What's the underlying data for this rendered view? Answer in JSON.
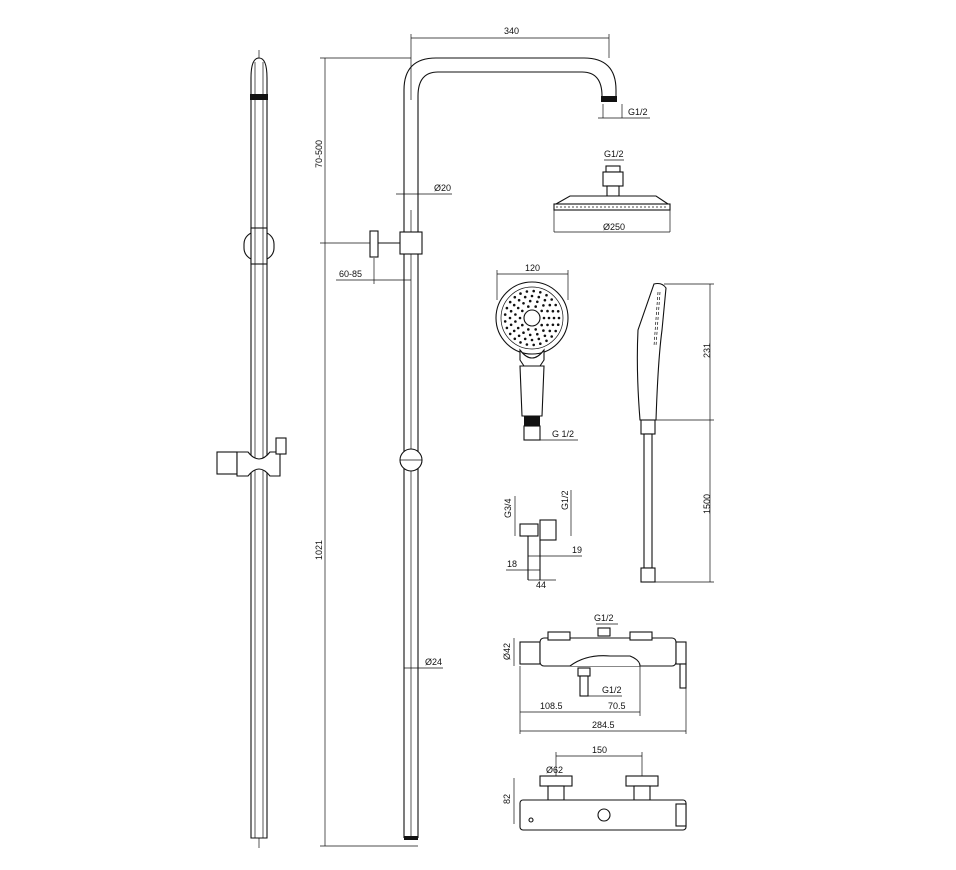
{
  "dimensions": {
    "arm_width": "340",
    "arm_thread": "G1/2",
    "height_adjust": "70-500",
    "pipe_diameter_top": "Ø20",
    "wall_bracket": "60-85",
    "overall_height": "1021",
    "pipe_diameter_bottom": "Ø24",
    "head_thread": "G1/2",
    "head_diameter": "Ø250",
    "handshower_width": "120",
    "handshower_thread": "G 1/2",
    "handshower_length": "231",
    "hose_length": "1500",
    "eccentric_inlet": "G3/4",
    "eccentric_outlet": "G1/2",
    "eccentric_offset": "19",
    "eccentric_18": "18",
    "eccentric_44": "44",
    "mixer_top_thread": "G1/2",
    "mixer_diameter": "Ø42",
    "mixer_bottom_thread": "G1/2",
    "mixer_108": "108.5",
    "mixer_70": "70.5",
    "mixer_total": "284.5",
    "mixer_spacing": "150",
    "mixer_knob": "Ø62",
    "mixer_depth": "82"
  }
}
